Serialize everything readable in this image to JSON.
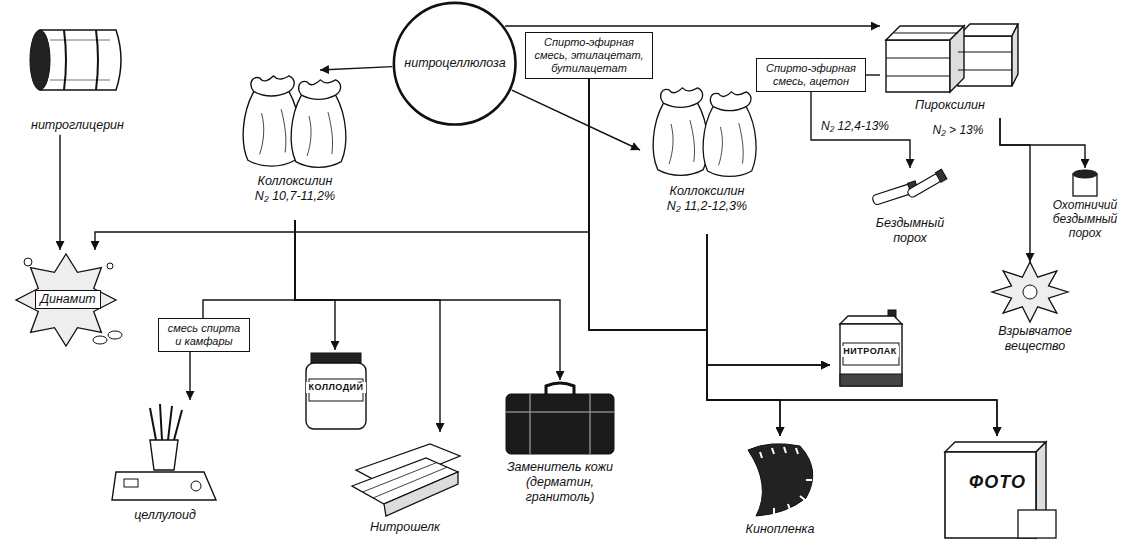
{
  "diagram": {
    "nodes": [
      {
        "text": [
          "нитроцеллюлоза"
        ]
      },
      {
        "text": [
          "нитроглицерин"
        ]
      },
      {
        "text": [
          "Коллоксилин",
          "N₂ 10,7-11,2%"
        ]
      },
      {
        "text": [
          "Коллоксилин",
          "N₂ 11,2-12,3%"
        ]
      },
      {
        "text": [
          "Пироксилин"
        ]
      },
      {
        "text": [
          "Спирто-эфирная смесь, ацетон"
        ]
      },
      {
        "text": [
          "Спирто-эфирная смесь, этилацетат, бутилацетат"
        ]
      },
      {
        "text": [
          "смесь спирта и камфары"
        ]
      },
      {
        "text": [
          "Бездымный порох"
        ]
      },
      {
        "text": [
          "Охотничий бездымный порох"
        ]
      },
      {
        "text": [
          "Взрывчатое вещество"
        ]
      },
      {
        "text": [
          "Динамит"
        ]
      },
      {
        "text": [
          "целлулоид"
        ]
      },
      {
        "text": [
          "КОЛЛОДИЙ"
        ]
      },
      {
        "text": [
          "Нитрошелк"
        ]
      },
      {
        "text": [
          "Заменитель кожи (дерматин, гранитоль)"
        ]
      },
      {
        "text": [
          "Кинопленка"
        ]
      },
      {
        "text": [
          "НИТРОЛАК"
        ]
      },
      {
        "text": [
          "ФОТО"
        ]
      }
    ],
    "edges": [
      {
        "from": 0,
        "to": 2,
        "arrow": "to"
      },
      {
        "from": 0,
        "to": 3,
        "arrow": "to"
      },
      {
        "from": 0,
        "to": 4,
        "arrow": "to"
      },
      {
        "from": 1,
        "to": 11,
        "arrow": "to"
      },
      {
        "from": 2,
        "to": 11,
        "arrow": "to"
      },
      {
        "from": 2,
        "to": 6,
        "arrow": "none"
      },
      {
        "from": 2,
        "to": 7,
        "arrow": "none"
      },
      {
        "from": 7,
        "to": 12,
        "arrow": "to"
      },
      {
        "from": 2,
        "to": 13,
        "arrow": "to"
      },
      {
        "from": 2,
        "to": 14,
        "arrow": "to"
      },
      {
        "from": 2,
        "to": 15,
        "arrow": "to"
      },
      {
        "from": 3,
        "to": 16,
        "arrow": "to"
      },
      {
        "from": 3,
        "to": 17,
        "arrow": "to"
      },
      {
        "from": 3,
        "to": 18,
        "arrow": "to"
      },
      {
        "from": 6,
        "to": 16,
        "arrow": "to"
      },
      {
        "from": 6,
        "to": 17,
        "arrow": "to"
      },
      {
        "from": 6,
        "to": 18,
        "arrow": "to"
      },
      {
        "from": 4,
        "to": 5,
        "arrow": "none"
      },
      {
        "from": 5,
        "to": 8,
        "label": "N₂ 12,4-13%",
        "arrow": "to"
      },
      {
        "from": 4,
        "to": 9,
        "arrow": "to"
      },
      {
        "from": 4,
        "to": 10,
        "label": "N₂ > 13%",
        "arrow": "to"
      }
    ]
  }
}
